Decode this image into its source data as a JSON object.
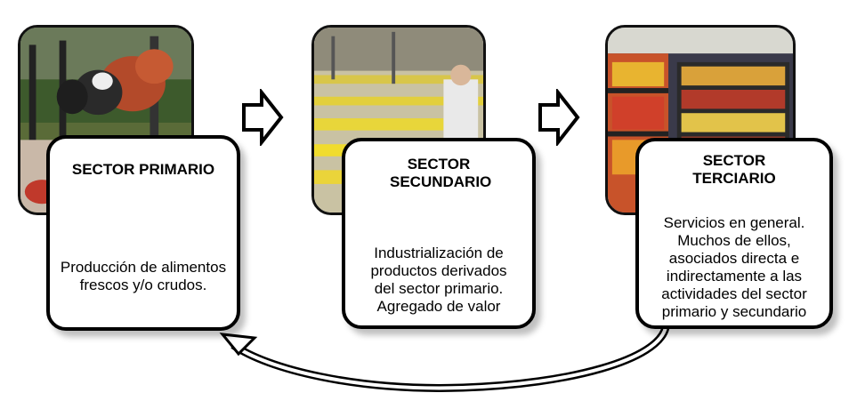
{
  "sectors": [
    {
      "title": "SECTOR PRIMARIO",
      "description": "Producción de alimentos frescos y/o crudos."
    },
    {
      "title": "SECTOR SECUNDARIO",
      "description": "Industrialización de productos derivados del sector primario. Agregado de valor"
    },
    {
      "title": "SECTOR TERCIARIO",
      "description": "Servicios en general. Muchos de ellos, asociados directa e indirectamente a las actividades del sector primario y secundario"
    }
  ],
  "icons": {
    "photo_primary": "cows-farm-photo",
    "photo_secondary": "bottling-factory-photo",
    "photo_tertiary": "supermarket-shelves-photo",
    "flow_arrow": "right-arrow-icon",
    "cycle_arrow": "curved-return-arrow"
  }
}
